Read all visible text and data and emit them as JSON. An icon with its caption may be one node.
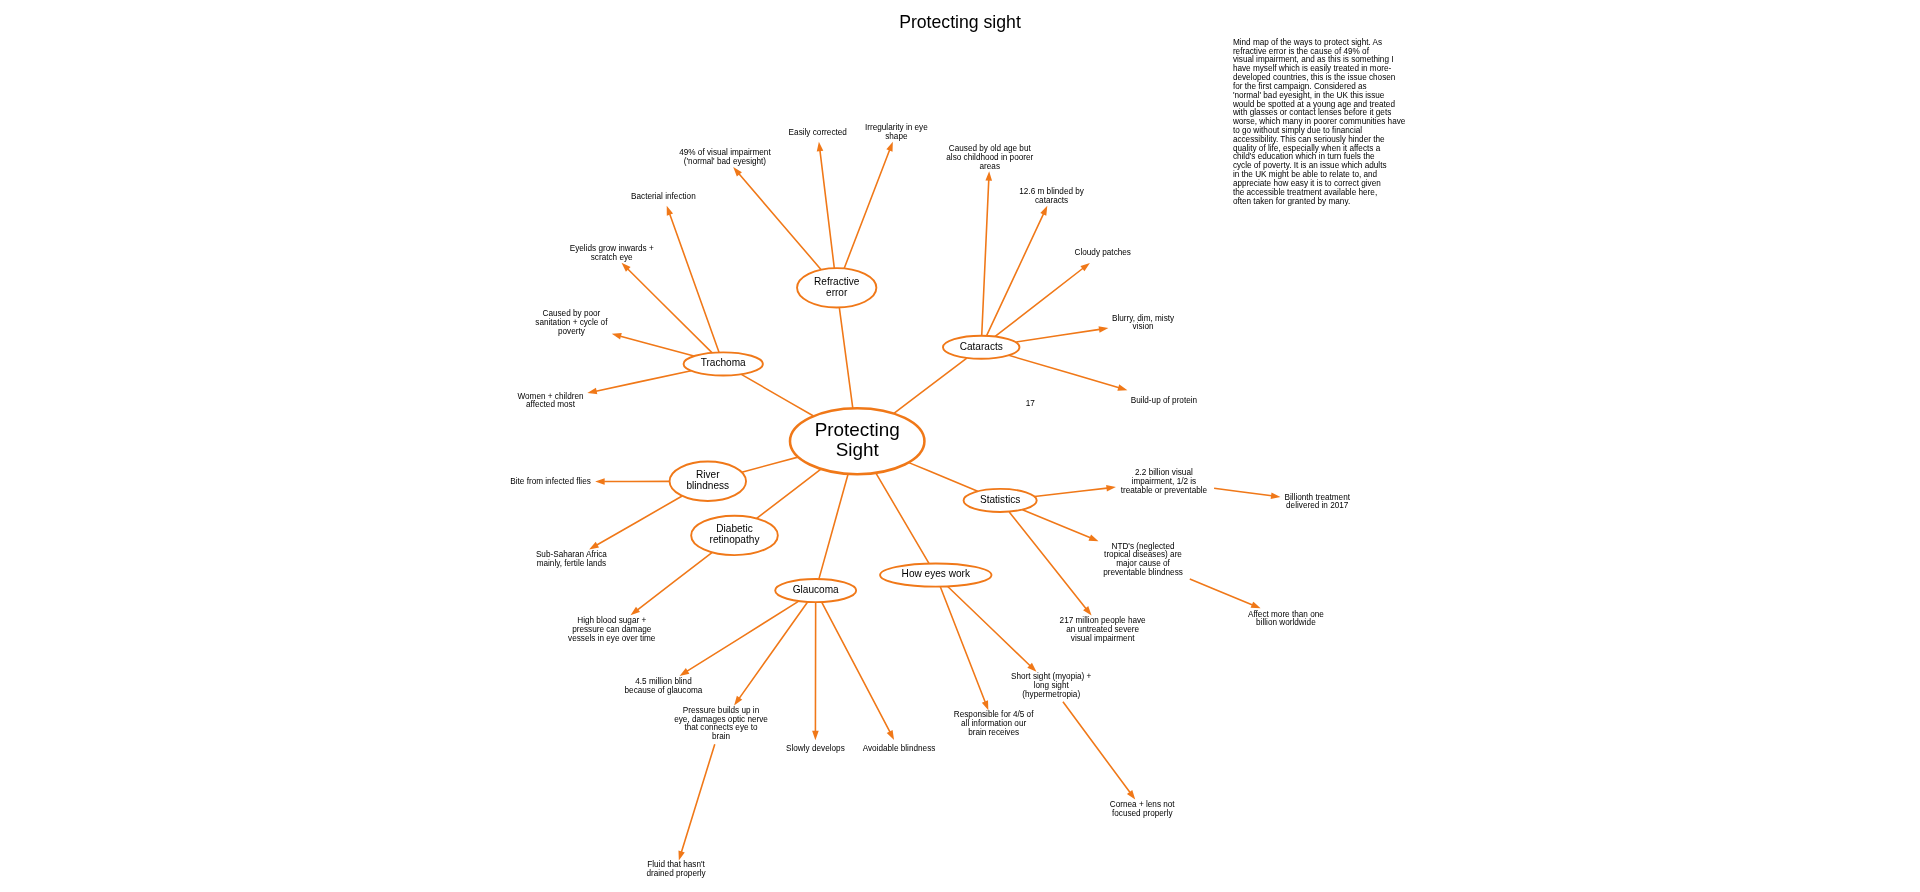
{
  "diagram": {
    "title": "Protecting sight",
    "nodes": [
      {
        "text": [
          "Protecting Sight"
        ]
      },
      {
        "text": [
          "Cataracts"
        ]
      },
      {
        "text": [
          "Build-up of protein"
        ]
      },
      {
        "text": [
          "Blurry, dim, misty vision"
        ]
      },
      {
        "text": [
          "Cloudy patches"
        ]
      },
      {
        "text": [
          "12.6 m blinded by cataracts"
        ]
      },
      {
        "text": [
          "Caused by old age but also childhood in poorer areas"
        ]
      },
      {
        "text": [
          "Refractive error"
        ]
      },
      {
        "text": [
          "Irregularity in eye shape"
        ]
      },
      {
        "text": [
          "Easily corrected"
        ]
      },
      {
        "text": [
          "49% of visual impairment ('normal' bad eyesight)"
        ]
      },
      {
        "text": [
          "Trachoma"
        ]
      },
      {
        "text": [
          "Bacterial infection"
        ]
      },
      {
        "text": [
          "Eyelids grow inwards + scratch eye"
        ]
      },
      {
        "text": [
          "Caused by poor sanitation + cycle of poverty"
        ]
      },
      {
        "text": [
          "Women + children affected most"
        ]
      },
      {
        "text": [
          "River blindness"
        ]
      },
      {
        "text": [
          "Bite from infected flies"
        ]
      },
      {
        "text": [
          "Sub-Saharan Africa mainly, fertile lands"
        ]
      },
      {
        "text": [
          "Diabetic retinopathy"
        ]
      },
      {
        "text": [
          "High blood sugar + pressure can damage vessels in eye over time"
        ]
      },
      {
        "text": [
          "Glaucoma"
        ]
      },
      {
        "text": [
          "4.5 million blind because of glaucoma"
        ]
      },
      {
        "text": [
          "Pressure builds up in eye, damages optic nerve that connects eye to brain"
        ]
      },
      {
        "text": [
          "Fluid that hasn't drained properly"
        ]
      },
      {
        "text": [
          "Slowly develops"
        ]
      },
      {
        "text": [
          "Avoidable blindness"
        ]
      },
      {
        "text": [
          "How eyes work"
        ]
      },
      {
        "text": [
          "Responsible for 4/5 of all information our brain receives"
        ]
      },
      {
        "text": [
          "Short sight (myopia) + long sight (hypermetropia)"
        ]
      },
      {
        "text": [
          "Cornea + lens not focused properly"
        ]
      },
      {
        "text": [
          "Statistics"
        ]
      },
      {
        "text": [
          "217 million people have an untreated severe visual impairment"
        ]
      },
      {
        "text": [
          "NTD's (neglected tropical diseases) are major cause of preventable blindness"
        ]
      },
      {
        "text": [
          "Affect more than one billion worldwide"
        ]
      },
      {
        "text": [
          "2.2 billion visual impairment, 1/2 is treatable or preventable"
        ]
      },
      {
        "text": [
          "Billionth treatment delivered in 2017"
        ]
      }
    ],
    "edges": [
      {
        "from": 0,
        "to": 1,
        "arrow": "none"
      },
      {
        "from": 1,
        "to": 2,
        "arrow": "to"
      },
      {
        "from": 1,
        "to": 3,
        "arrow": "to"
      },
      {
        "from": 1,
        "to": 4,
        "arrow": "to"
      },
      {
        "from": 1,
        "to": 5,
        "arrow": "to"
      },
      {
        "from": 1,
        "to": 6,
        "arrow": "to"
      },
      {
        "from": 0,
        "to": 7,
        "arrow": "none"
      },
      {
        "from": 7,
        "to": 8,
        "arrow": "to"
      },
      {
        "from": 7,
        "to": 9,
        "arrow": "to"
      },
      {
        "from": 7,
        "to": 10,
        "arrow": "to"
      },
      {
        "from": 0,
        "to": 11,
        "arrow": "none"
      },
      {
        "from": 11,
        "to": 12,
        "arrow": "to"
      },
      {
        "from": 11,
        "to": 13,
        "arrow": "to"
      },
      {
        "from": 11,
        "to": 14,
        "arrow": "to"
      },
      {
        "from": 11,
        "to": 15,
        "arrow": "to"
      },
      {
        "from": 0,
        "to": 16,
        "arrow": "none"
      },
      {
        "from": 16,
        "to": 17,
        "arrow": "to"
      },
      {
        "from": 16,
        "to": 18,
        "arrow": "to"
      },
      {
        "from": 0,
        "to": 19,
        "arrow": "none"
      },
      {
        "from": 19,
        "to": 20,
        "arrow": "to"
      },
      {
        "from": 0,
        "to": 21,
        "arrow": "none"
      },
      {
        "from": 21,
        "to": 22,
        "arrow": "to"
      },
      {
        "from": 21,
        "to": 23,
        "arrow": "to"
      },
      {
        "from": 23,
        "to": 24,
        "arrow": "to"
      },
      {
        "from": 21,
        "to": 25,
        "arrow": "to"
      },
      {
        "from": 21,
        "to": 26,
        "arrow": "to"
      },
      {
        "from": 0,
        "to": 27,
        "arrow": "none"
      },
      {
        "from": 27,
        "to": 28,
        "arrow": "to"
      },
      {
        "from": 27,
        "to": 29,
        "arrow": "to"
      },
      {
        "from": 29,
        "to": 30,
        "arrow": "to"
      },
      {
        "from": 0,
        "to": 31,
        "arrow": "none"
      },
      {
        "from": 31,
        "to": 32,
        "arrow": "to"
      },
      {
        "from": 31,
        "to": 33,
        "arrow": "to"
      },
      {
        "from": 33,
        "to": 34,
        "arrow": "to"
      },
      {
        "from": 31,
        "to": 35,
        "arrow": "to"
      },
      {
        "from": 35,
        "to": 36,
        "arrow": "to"
      }
    ],
    "labels": [
      "Mind map of the ways to protect sight. As refractive error is the cause of 49% of visual impairment, and as this is something I have myself which is easily treated in more-developed countries, this is the issue chosen for the first campaign. Considered as 'normal' bad eyesight, in the UK this issue would be spotted at a young age and treated with glasses or contact lenses before it gets worse, which many in poorer communities have to go without simply due to financial accessibility. This can seriously hinder the quality of life, especially when it affects a child's education which in turn fuels the cycle of poverty. It is an issue which adults in the UK might be able to relate to, and appreciate how easy it is to correct given the accessible treatment available here, often taken for granted by many.",
      "17"
    ]
  }
}
